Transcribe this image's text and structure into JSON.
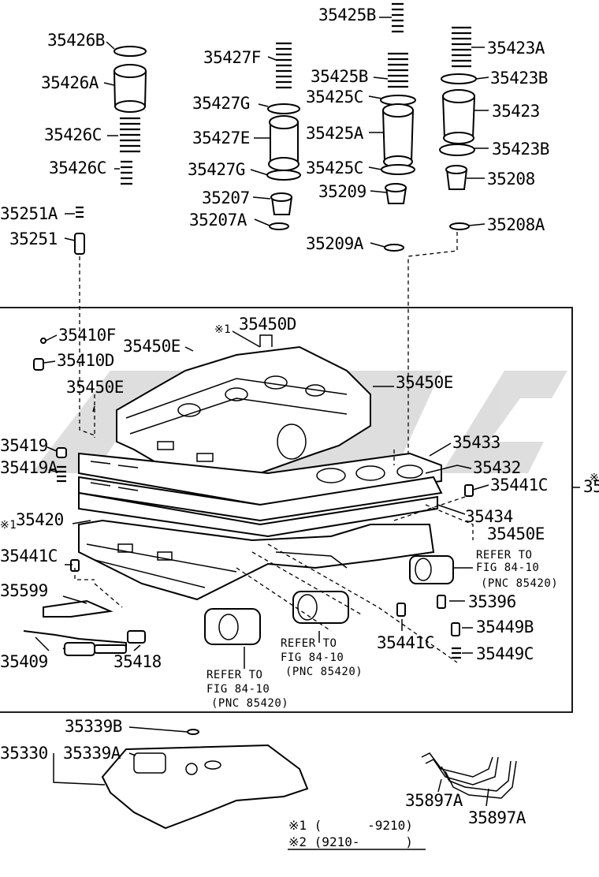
{
  "callouts": {
    "c35425B_top": "35425B",
    "c35426B": "35426B",
    "c35426A": "35426A",
    "c35426C_1": "35426C",
    "c35426C_2": "35426C",
    "c35427F": "35427F",
    "c35427G_1": "35427G",
    "c35427E": "35427E",
    "c35427G_2": "35427G",
    "c35207": "35207",
    "c35207A": "35207A",
    "c35425B_2": "35425B",
    "c35425C_1": "35425C",
    "c35425A": "35425A",
    "c35425C_2": "35425C",
    "c35209": "35209",
    "c35209A": "35209A",
    "c35423A": "35423A",
    "c35423B_1": "35423B",
    "c35423": "35423",
    "c35423B_2": "35423B",
    "c35208": "35208",
    "c35208A": "35208A",
    "c35251A": "35251A",
    "c35251": "35251",
    "c35410F": "35410F",
    "c35410D": "35410D",
    "c35450D": "35450D",
    "c35450E_1": "35450E",
    "c35450E_2": "35450E",
    "c35450E_3": "35450E",
    "c35450E_4": "35450E",
    "c35419": "35419",
    "c35419A": "35419A",
    "c35433": "35433",
    "c35432": "35432",
    "c35441C_1": "35441C",
    "c35434": "35434",
    "c35420": "35420",
    "c35441C_2": "35441C",
    "c35599": "35599",
    "c35409": "35409",
    "c35418": "35418",
    "c35396": "35396",
    "c35449B": "35449B",
    "c35449C": "35449C",
    "c35441C_3": "35441C",
    "c35339B": "35339B",
    "c35330": "35330",
    "c35339A": "35339A",
    "c35897A_1": "35897A",
    "c35897A_2": "35897A",
    "c35_edge": "35",
    "mark1": "※1",
    "mark1b": "※1",
    "mark2_edge": "※"
  },
  "refer_notes": [
    {
      "line1": "REFER TO",
      "line2": "FIG 84-10",
      "line3": "(PNC 85420)"
    },
    {
      "line1": "REFER TO",
      "line2": "FIG 84-10",
      "line3": "(PNC 85420)"
    },
    {
      "line1": "REFER TO",
      "line2": "FIG 84-10",
      "line3": "(PNC 85420)"
    }
  ],
  "footnotes": {
    "note1": "※1 (      -9210)",
    "note2": "※2 (9210-      )"
  }
}
